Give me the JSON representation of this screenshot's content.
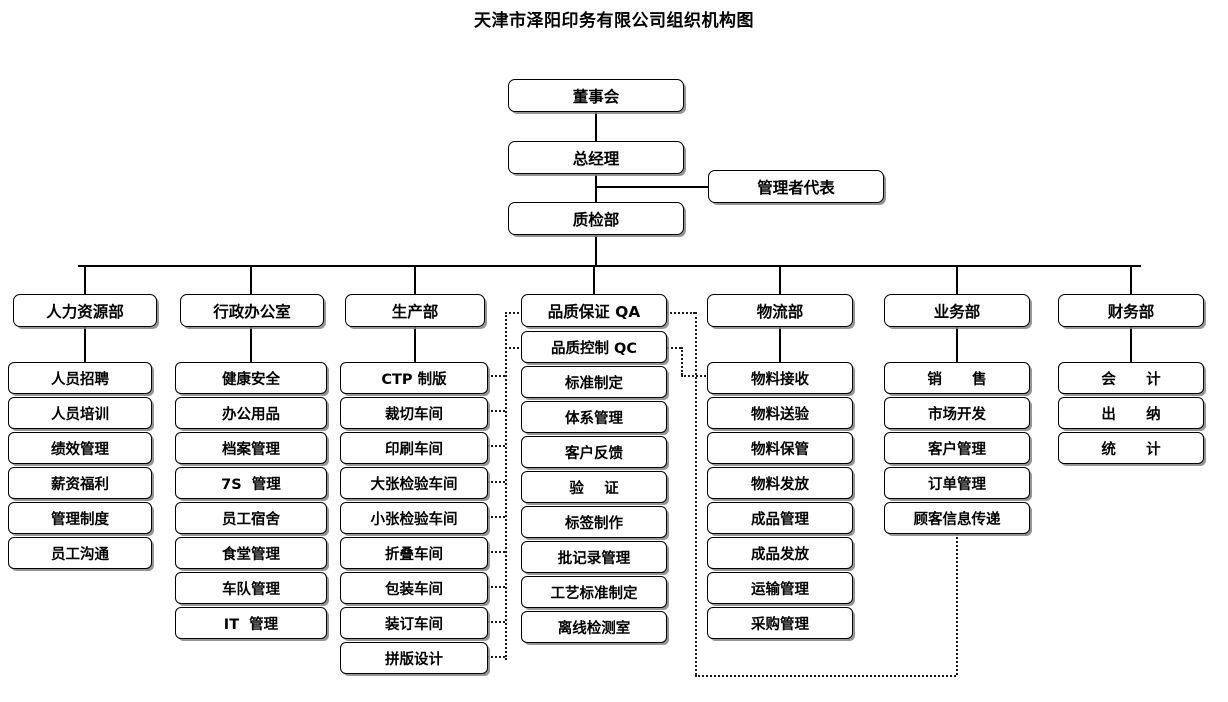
{
  "title": "天津市泽阳印务有限公司组织机构图",
  "top": {
    "board": "董事会",
    "general_manager": "总经理",
    "qc_department": "质检部",
    "management_rep": "管理者代表"
  },
  "columns": [
    {
      "key": "hr",
      "head": "人力资源部",
      "items": [
        "人员招聘",
        "人员培训",
        "绩效管理",
        "薪资福利",
        "管理制度",
        "员工沟通"
      ]
    },
    {
      "key": "admin",
      "head": "行政办公室",
      "items": [
        "健康安全",
        "办公用品",
        "档案管理",
        "7S  管理",
        "员工宿舍",
        "食堂管理",
        "车队管理",
        "IT  管理"
      ]
    },
    {
      "key": "production",
      "head": "生产部",
      "items": [
        "CTP 制版",
        "裁切车间",
        "印刷车间",
        "大张检验车间",
        "小张检验车间",
        "折叠车间",
        "包装车间",
        "装订车间",
        "拼版设计"
      ]
    },
    {
      "key": "qa",
      "head": "品质保证 QA",
      "items": [
        "品质控制 QC",
        "标准制定",
        "体系管理",
        "客户反馈",
        "验    证",
        "标签制作",
        "批记录管理",
        "工艺标准制定",
        "离线检测室"
      ]
    },
    {
      "key": "logistics",
      "head": "物流部",
      "items": [
        "物料接收",
        "物料送验",
        "物料保管",
        "物料发放",
        "成品管理",
        "成品发放",
        "运输管理",
        "采购管理"
      ]
    },
    {
      "key": "business",
      "head": "业务部",
      "items": [
        "销      售",
        "市场开发",
        "客户管理",
        "订单管理",
        "顾客信息传递"
      ]
    },
    {
      "key": "finance",
      "head": "财务部",
      "items": [
        "会      计",
        "出      纳",
        "统      计"
      ]
    }
  ],
  "colors": {
    "line": "#000000",
    "box_border": "#000000",
    "box_fill": "#ffffff",
    "dotted_line": "#1a1a1a",
    "text": "#000000"
  }
}
